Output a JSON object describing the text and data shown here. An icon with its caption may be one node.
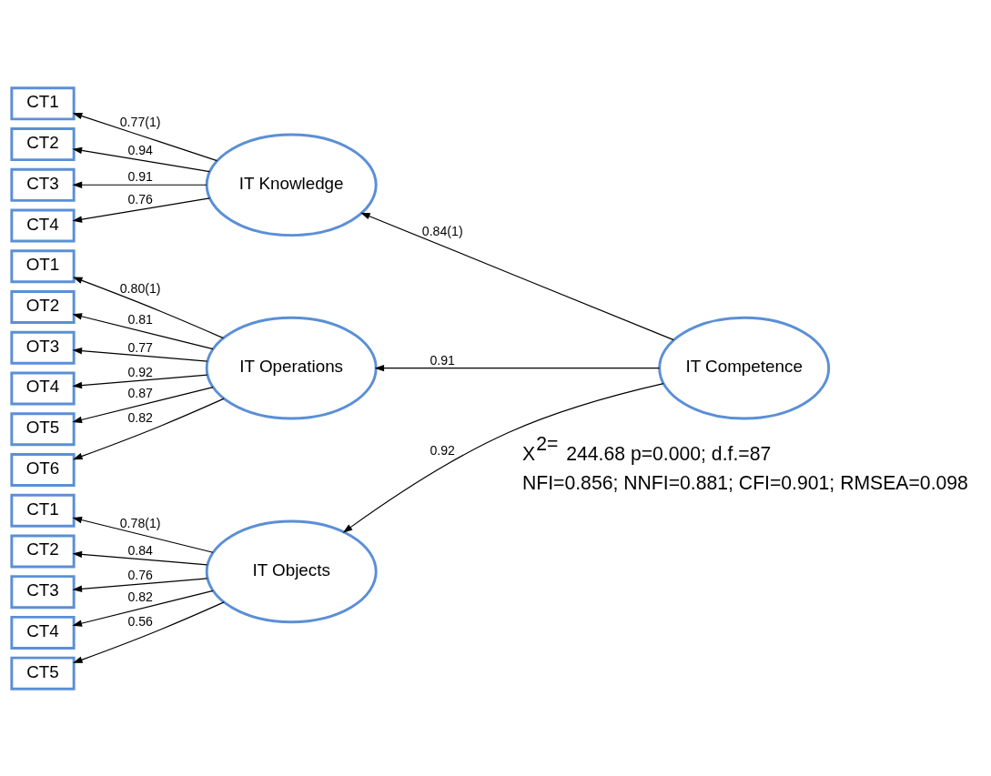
{
  "diagram": {
    "nodes": [
      {
        "text": [
          "CT1"
        ]
      },
      {
        "text": [
          "CT2"
        ]
      },
      {
        "text": [
          "CT3"
        ]
      },
      {
        "text": [
          "CT4"
        ]
      },
      {
        "text": [
          "IT Knowledge"
        ]
      },
      {
        "text": [
          "OT1"
        ]
      },
      {
        "text": [
          "OT2"
        ]
      },
      {
        "text": [
          "OT3"
        ]
      },
      {
        "text": [
          "OT4"
        ]
      },
      {
        "text": [
          "OT5"
        ]
      },
      {
        "text": [
          "OT6"
        ]
      },
      {
        "text": [
          "IT Operations"
        ]
      },
      {
        "text": [
          "IT Objects"
        ]
      },
      {
        "text": [
          "CT1"
        ]
      },
      {
        "text": [
          "CT2"
        ]
      },
      {
        "text": [
          "CT3"
        ]
      },
      {
        "text": [
          "CT4"
        ]
      },
      {
        "text": [
          "CT5"
        ]
      },
      {
        "text": [
          "IT Competence"
        ]
      }
    ],
    "edges": [
      {
        "from": 18,
        "to": 4,
        "arrow": "to",
        "label": "0.84(1)"
      },
      {
        "from": 18,
        "to": 11,
        "arrow": "to",
        "label": "0.91"
      },
      {
        "from": 18,
        "to": 12,
        "arrow": "to",
        "label": "0.92"
      },
      {
        "from": 4,
        "to": 0,
        "arrow": "to",
        "label": "0.77(1)"
      },
      {
        "from": 4,
        "to": 1,
        "arrow": "to",
        "label": "0.94"
      },
      {
        "from": 4,
        "to": 2,
        "arrow": "to",
        "label": "0.91"
      },
      {
        "from": 4,
        "to": 3,
        "arrow": "to",
        "label": "0.76"
      },
      {
        "from": 11,
        "to": 5,
        "arrow": "to",
        "label": "0.80(1)"
      },
      {
        "from": 11,
        "to": 6,
        "arrow": "to",
        "label": "0.81"
      },
      {
        "from": 11,
        "to": 7,
        "arrow": "to",
        "label": "0.77"
      },
      {
        "from": 11,
        "to": 8,
        "arrow": "to",
        "label": "0.92"
      },
      {
        "from": 11,
        "to": 9,
        "arrow": "to",
        "label": "0.87"
      },
      {
        "from": 11,
        "to": 10,
        "arrow": "to",
        "label": "0.82"
      },
      {
        "from": 12,
        "to": 13,
        "arrow": "to",
        "label": "0.78(1)"
      },
      {
        "from": 12,
        "to": 14,
        "arrow": "to",
        "label": "0.84"
      },
      {
        "from": 12,
        "to": 15,
        "arrow": "to",
        "label": "0.76"
      },
      {
        "from": 12,
        "to": 16,
        "arrow": "to",
        "label": "0.82"
      },
      {
        "from": 12,
        "to": 17,
        "arrow": "to",
        "label": "0.56"
      }
    ],
    "labels": [
      "X$^{2=}$ 244.68 p=0.000; d.f.=87",
      "NFI=0.856; NNFI=0.881; CFI=0.901; RMSEA=0.098"
    ]
  }
}
